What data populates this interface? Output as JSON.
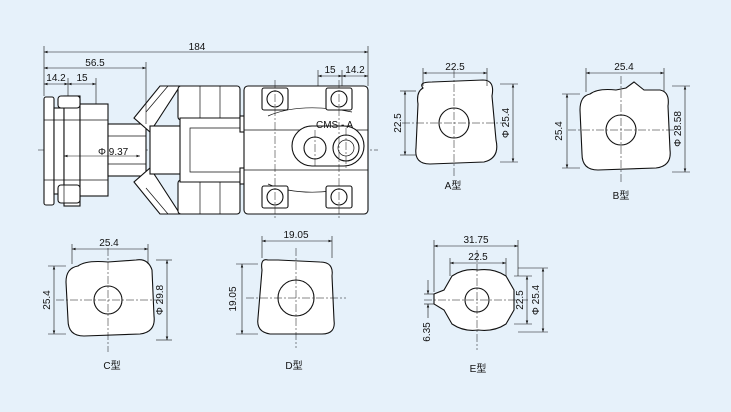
{
  "main_view": {
    "dims": {
      "overall": "184",
      "left_offset": "56.5",
      "left_a": "14.2",
      "left_b": "15",
      "right_a": "15",
      "right_b": "14.2",
      "shaft_dia": "Φ 9.37"
    },
    "model_label": "CMS - A"
  },
  "sections": {
    "a": {
      "label": "A型",
      "width": "22.5",
      "height": "22.5",
      "dia": "Φ 25.4"
    },
    "b": {
      "label": "B型",
      "width": "25.4",
      "height": "25.4",
      "dia": "Φ 28.58"
    },
    "c": {
      "label": "C型",
      "width": "25.4",
      "height": "25.4",
      "dia": "Φ 29.8"
    },
    "d": {
      "label": "D型",
      "width": "19.05",
      "height": "19.05"
    },
    "e": {
      "label": "E型",
      "outer": "31.75",
      "inner": "22.5",
      "height": "22.5",
      "dia": "Φ 25.4",
      "key": "6.35"
    }
  }
}
